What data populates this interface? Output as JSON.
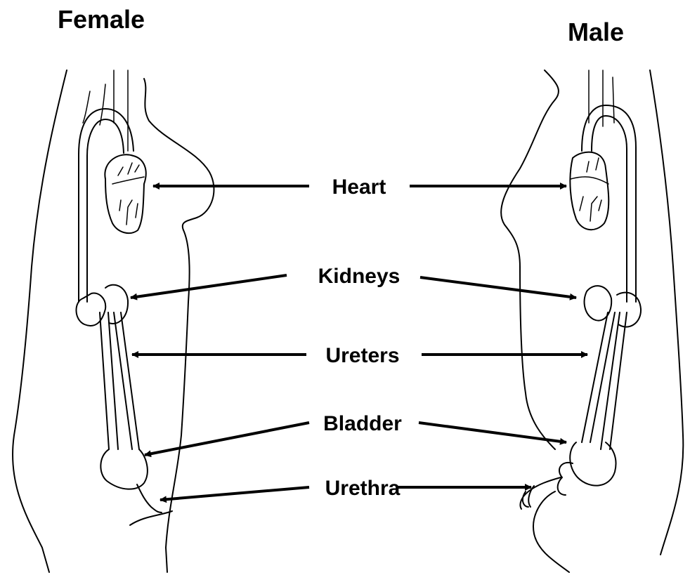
{
  "titles": {
    "female": "Female",
    "male": "Male"
  },
  "labels": {
    "heart": "Heart",
    "kidneys": "Kidneys",
    "ureters": "Ureters",
    "bladder": "Bladder",
    "urethra": "Urethra"
  },
  "colors": {
    "ink": "#000000",
    "background": "#ffffff"
  }
}
